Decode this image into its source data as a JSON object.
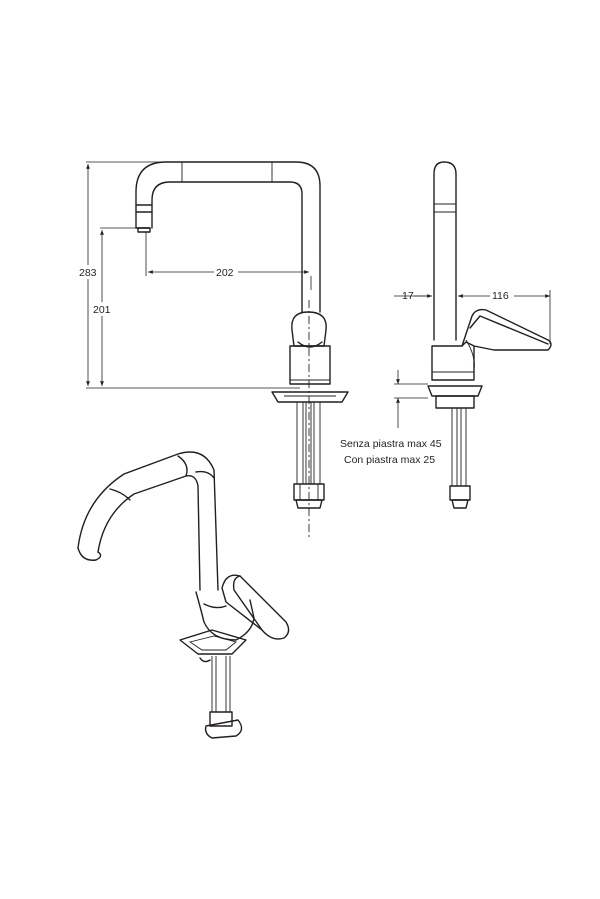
{
  "dimensions": {
    "total_height": "283",
    "spout_height": "201",
    "spout_reach": "202",
    "side_offset": "17",
    "lever_depth": "116"
  },
  "notes": {
    "without_plate": "Senza piastra max 45",
    "with_plate": "Con piastra max 25"
  }
}
